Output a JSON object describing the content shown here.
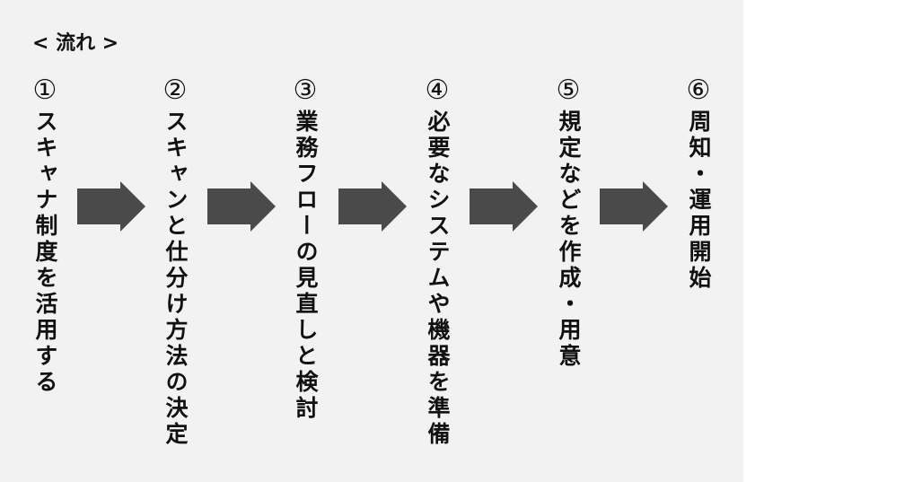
{
  "title": "< 流れ >",
  "arrow_color": "#4a4a4a",
  "steps": [
    {
      "num": "①",
      "text": "スキャナ制度を活用する"
    },
    {
      "num": "②",
      "text": "スキャンと仕分け方法の決定"
    },
    {
      "num": "③",
      "text": "業務フローの見直しと検討"
    },
    {
      "num": "④",
      "text": "必要なシステムや機器を準備"
    },
    {
      "num": "⑤",
      "text": "規定などを作成・用意"
    },
    {
      "num": "⑥",
      "text": "周知・運用開始"
    }
  ]
}
